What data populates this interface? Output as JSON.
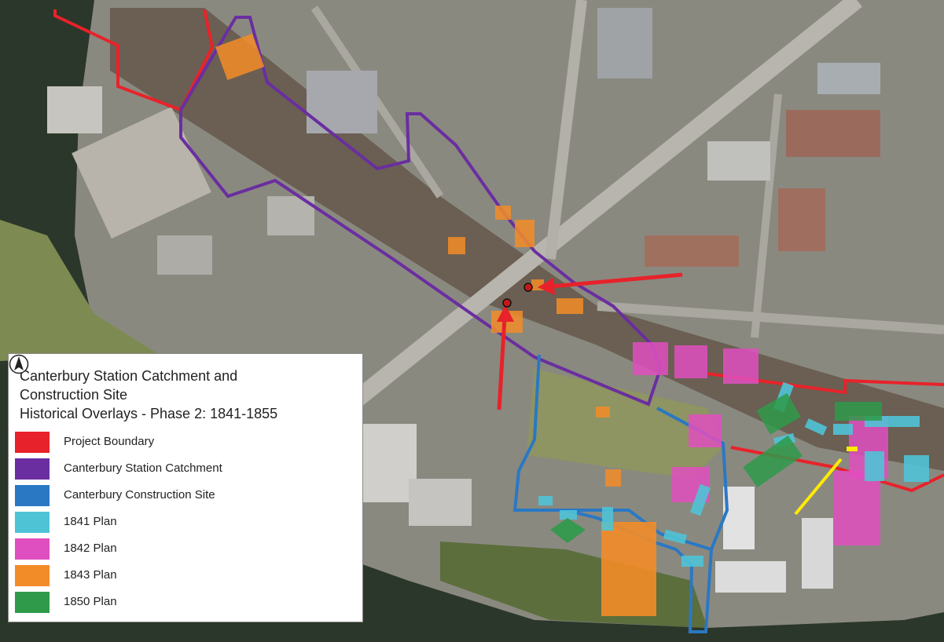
{
  "legend": {
    "title_lines": [
      "Canterbury Station Catchment and",
      "Construction Site",
      "Historical Overlays - Phase 2: 1841-1855"
    ],
    "items": [
      {
        "label": "Project Boundary",
        "color": "#e8222a"
      },
      {
        "label": "Canterbury Station Catchment",
        "color": "#6a2ea0"
      },
      {
        "label": "Canterbury Construction Site",
        "color": "#2a78c4"
      },
      {
        "label": "1841 Plan",
        "color": "#4fc3d6"
      },
      {
        "label": "1842 Plan",
        "color": "#e04fbf"
      },
      {
        "label": "1843 Plan",
        "color": "#f28c28"
      },
      {
        "label": "1850 Plan",
        "color": "#2e9a4a"
      }
    ]
  },
  "north_arrow": "north-arrow-icon",
  "map": {
    "aerial_colors": {
      "river": "#2c3a2a",
      "rail": "#6a5f52",
      "urban": "#8d8c83",
      "road": "#b8b6ae",
      "park": "#7e8a55"
    },
    "marker_colors": {
      "arrow": "#e8222a",
      "highlight": "#ffeb00"
    }
  }
}
